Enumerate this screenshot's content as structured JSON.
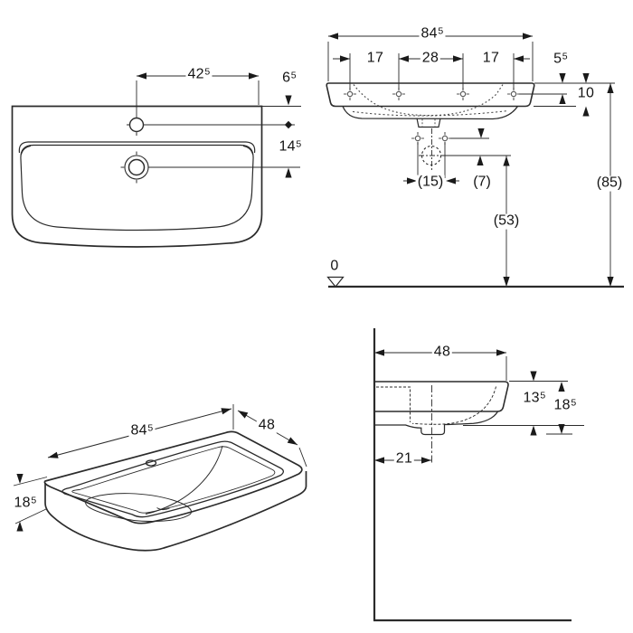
{
  "drawing": {
    "kind": "washbasin-dimensional-drawing",
    "datum_symbol": "ground-level-triangle"
  },
  "views": {
    "front_view": {
      "dims": {
        "tap_to_edge": {
          "v": "42",
          "s": "5"
        },
        "rim_to_tap": {
          "v": "6",
          "s": "5"
        },
        "tap_to_drain": {
          "v": "14",
          "s": "5"
        }
      }
    },
    "elevation_view": {
      "dims": {
        "overall_width": {
          "v": "84",
          "s": "5"
        },
        "hole_span_left": {
          "v": "17"
        },
        "hole_span_center": {
          "v": "28"
        },
        "hole_span_right": {
          "v": "17"
        },
        "rim_to_holes": {
          "v": "5",
          "s": "5"
        },
        "apron_height": {
          "v": "10"
        },
        "small_hole_span": {
          "v": "(15)"
        },
        "holes_to_drain": {
          "v": "(7)"
        },
        "drain_height": {
          "v": "(53)"
        },
        "rim_height": {
          "v": "(85)"
        },
        "datum_level": {
          "v": "0"
        }
      }
    },
    "iso_view": {
      "dims": {
        "overall_width": {
          "v": "84",
          "s": "5"
        },
        "depth": {
          "v": "48"
        },
        "edge_height": {
          "v": "18",
          "s": "5"
        }
      }
    },
    "side_view": {
      "dims": {
        "depth": {
          "v": "48"
        },
        "front_height": {
          "v": "13",
          "s": "5"
        },
        "total_height": {
          "v": "18",
          "s": "5"
        },
        "drain_offset": {
          "v": "21"
        }
      }
    }
  }
}
